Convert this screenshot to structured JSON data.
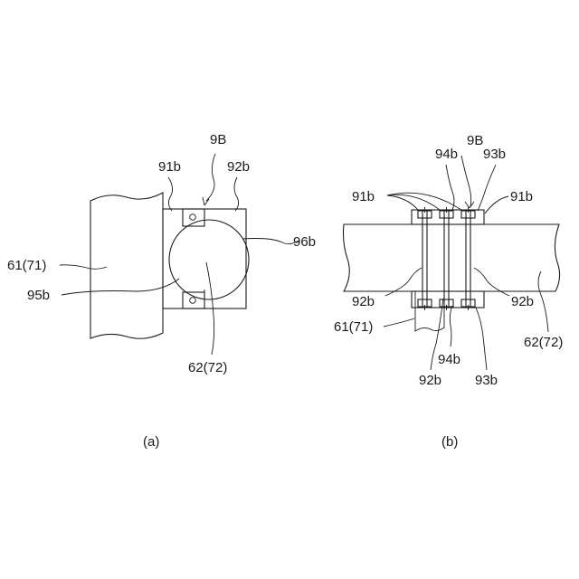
{
  "figure_a": {
    "caption": "(a)",
    "labels": {
      "assembly": "9B",
      "plate_left": "91b",
      "plate_right": "92b",
      "pipe_end": "96b",
      "main_body": "61(71)",
      "hole_edge": "95b",
      "branch": "62(72)"
    }
  },
  "figure_b": {
    "caption": "(b)",
    "labels": {
      "assembly": "9B",
      "rod_top": "94b",
      "nut_top": "93b",
      "plate_top_left": "91b",
      "plate_top_right": "91b",
      "main_body": "61(71)",
      "branch": "62(72)",
      "plate_mid_left": "92b",
      "plate_mid_right": "92b",
      "rod_bottom": "94b",
      "plate_bottom": "92b",
      "nut_bottom": "93b"
    }
  }
}
